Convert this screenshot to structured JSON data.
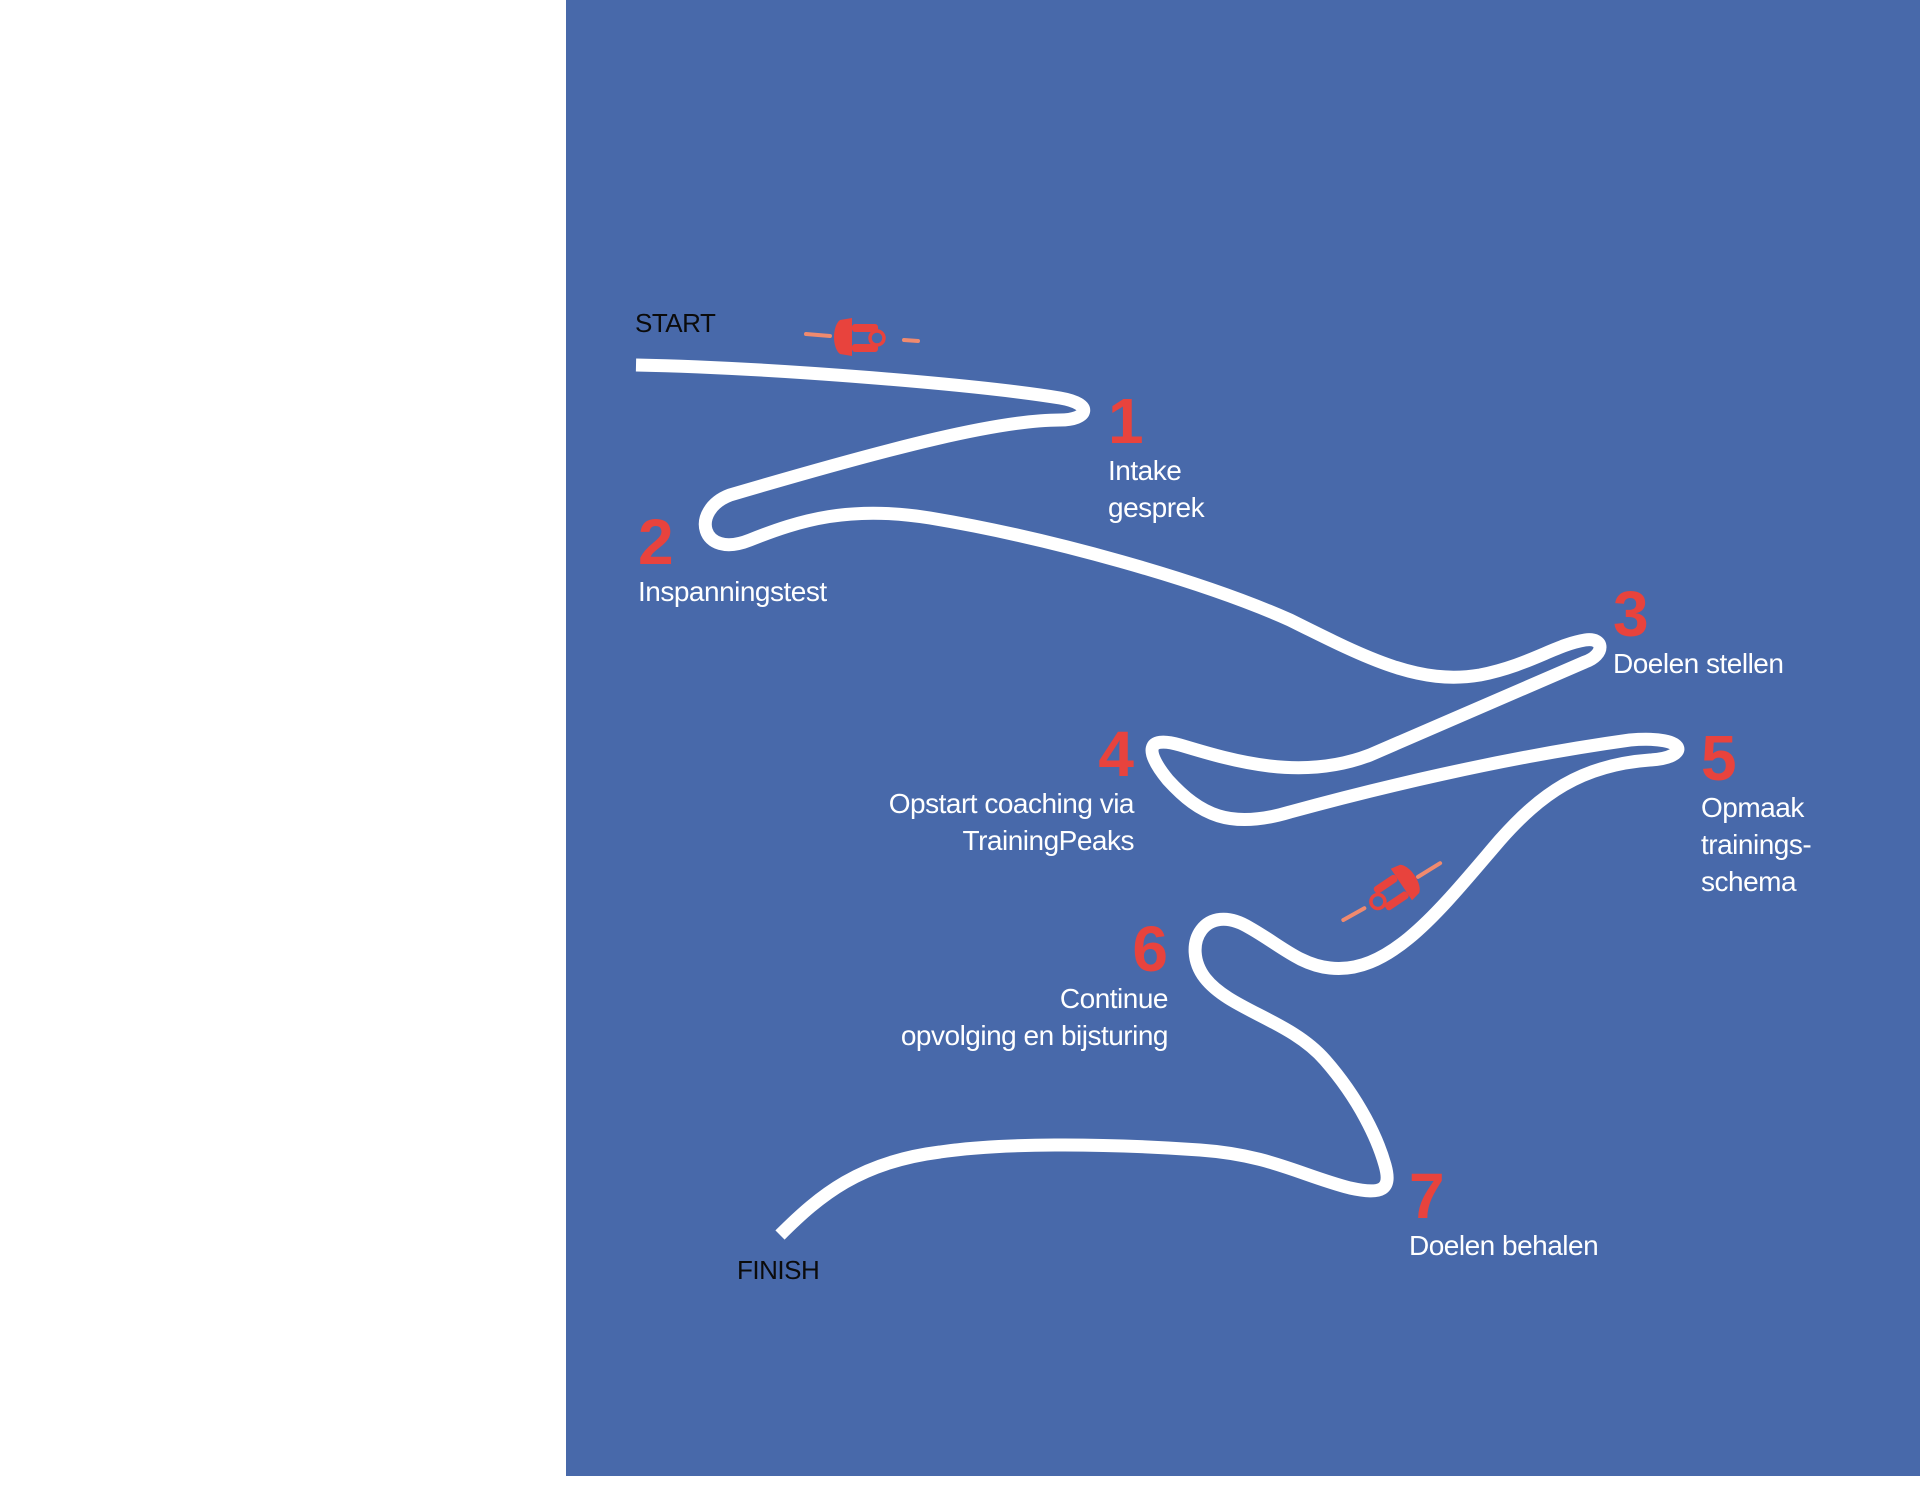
{
  "colors": {
    "background": "#4869aa",
    "route": "#ffffff",
    "accent": "#e8433d",
    "rider_stripes": "#f08a6e",
    "endpoint_text": "#0b0b0b"
  },
  "start_label": "START",
  "finish_label": "FINISH",
  "steps": [
    {
      "number": "1",
      "label": "Intake\ngesprek"
    },
    {
      "number": "2",
      "label": "Inspanningstest"
    },
    {
      "number": "3",
      "label": "Doelen stellen"
    },
    {
      "number": "4",
      "label": "Opstart coaching via\nTrainingPeaks"
    },
    {
      "number": "5",
      "label": "Opmaak\ntrainings-\nschema"
    },
    {
      "number": "6",
      "label": "Continue\nopvolging en bijsturing"
    },
    {
      "number": "7",
      "label": "Doelen behalen"
    }
  ],
  "icons": [
    "cyclist-icon",
    "cyclist-icon"
  ]
}
